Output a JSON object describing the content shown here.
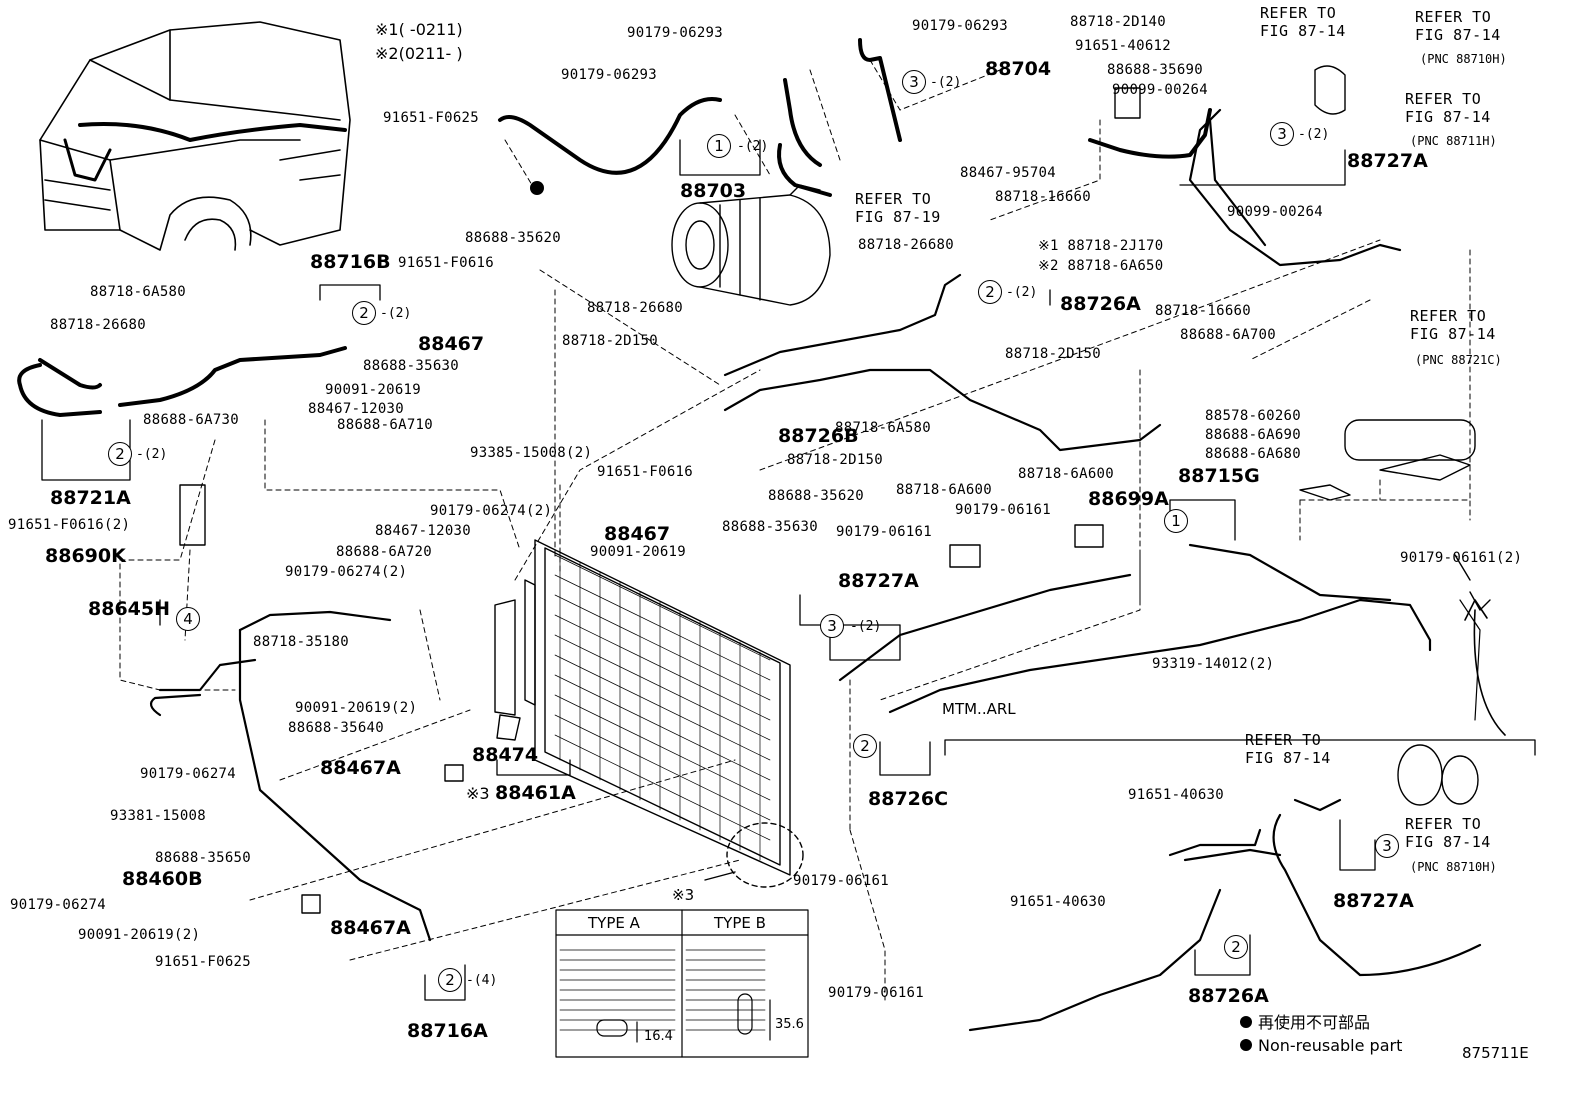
{
  "diagram": {
    "figure_id": "875711E",
    "variant_notes": [
      "※1(     -0211)",
      "※2(0211-     )"
    ],
    "lower_section_label": "MTM..ARL",
    "marker_3": "※3",
    "legend": {
      "jp": "再使用不可部品",
      "en": "Non-reusable part"
    },
    "inset": {
      "type_a": "TYPE A",
      "type_b": "TYPE B",
      "dim_a": "16.4",
      "dim_b": "35.6"
    },
    "refs": {
      "r1": "REFER TO\nFIG 87-14",
      "r2": "REFER TO\nFIG 87-14",
      "r2_pnc": "(PNC 88710H)",
      "r3": "REFER TO\nFIG 87-14",
      "r3_pnc": "(PNC 88711H)",
      "r4": "REFER TO\nFIG 87-19",
      "r5": "REFER TO\nFIG 87-14",
      "r5_pnc": "(PNC 88721C)",
      "r6": "REFER TO\nFIG 87-14",
      "r7": "REFER TO\nFIG 87-14",
      "r7_pnc": "(PNC 88710H)"
    },
    "callouts": {
      "c1": "1",
      "c2": "2",
      "c3": "3",
      "c4": "4"
    },
    "qty": {
      "q2": "-(2)",
      "q4": "-(4)"
    },
    "assemblies": {
      "a88716B": "88716B",
      "a88721A": "88721A",
      "a88690K": "88690K",
      "a88645H": "88645H",
      "a88467": "88467",
      "a88467b": "88467",
      "a88703": "88703",
      "a88704": "88704",
      "a88727A": "88727A",
      "a88727Ab": "88727A",
      "a88727Ac": "88727A",
      "a88726A": "88726A",
      "a88726Ab": "88726A",
      "a88726B": "88726B",
      "a88726C": "88726C",
      "a88699A": "88699A",
      "a88715G": "88715G",
      "a88474": "88474",
      "a88461A": "88461A",
      "a88467A": "88467A",
      "a88467Ab": "88467A",
      "a88460B": "88460B",
      "a88716A": "88716A"
    },
    "parts": {
      "p01": "90179-06293",
      "p02": "90179-06293",
      "p03": "90179-06293",
      "p04": "88718-2D140",
      "p05": "91651-40612",
      "p06": "88688-35690",
      "p07": "90099-00264",
      "p08": "91651-F0625",
      "p09": "88467-95704",
      "p10": "88718-16660",
      "p11": "90099-00264",
      "p12": "88688-35620",
      "p13": "88718-26680",
      "p14": "91651-F0616",
      "p15": "※1 88718-2J170",
      "p16": "※2 88718-6A650",
      "p17": "88718-6A580",
      "p18": "88718-26680",
      "p19": "88718-26680",
      "p20": "88718-2D150",
      "p21": "88718-16660",
      "p22": "88688-6A700",
      "p23": "88688-35630",
      "p24": "88718-2D150",
      "p25": "90091-20619",
      "p26": "88688-6A730",
      "p27": "88467-12030",
      "p28": "88688-6A710",
      "p29": "88718-6A580",
      "p30": "88578-60260",
      "p31": "88688-6A690",
      "p32": "88688-6A680",
      "p33": "93385-15008(2)",
      "p34": "88718-2D150",
      "p35": "91651-F0616",
      "p36": "91651-F0616(2)",
      "p37": "90179-06274(2)",
      "p38": "88467-12030",
      "p39": "88688-35620",
      "p40": "88718-6A600",
      "p41": "88718-6A600",
      "p42": "88688-6A720",
      "p43": "88688-35630",
      "p44": "90179-06161",
      "p45": "90179-06161",
      "p46": "90091-20619",
      "p47": "90179-06274(2)",
      "p48": "90179-06161(2)",
      "p49": "88718-35180",
      "p50": "93319-14012(2)",
      "p51": "90091-20619(2)",
      "p52": "88688-35640",
      "p53": "90179-06274",
      "p54": "93381-15008",
      "p55": "91651-40630",
      "p56": "88688-35650",
      "p57": "90179-06161",
      "p58": "90179-06274",
      "p59": "91651-40630",
      "p60": "90091-20619(2)",
      "p61": "91651-F0625",
      "p62": "90179-06161"
    }
  }
}
